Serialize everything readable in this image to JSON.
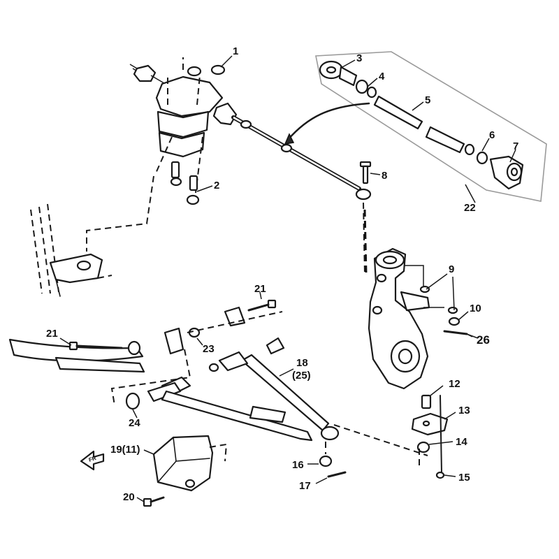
{
  "diagram": {
    "callouts": [
      {
        "id": "c1",
        "text": "1"
      },
      {
        "id": "c2",
        "text": "2"
      },
      {
        "id": "c3",
        "text": "3"
      },
      {
        "id": "c4",
        "text": "4"
      },
      {
        "id": "c5",
        "text": "5"
      },
      {
        "id": "c6",
        "text": "6"
      },
      {
        "id": "c7",
        "text": "7"
      },
      {
        "id": "c8",
        "text": "8"
      },
      {
        "id": "c9",
        "text": "9"
      },
      {
        "id": "c10",
        "text": "10"
      },
      {
        "id": "c12",
        "text": "12"
      },
      {
        "id": "c13",
        "text": "13"
      },
      {
        "id": "c14",
        "text": "14"
      },
      {
        "id": "c15",
        "text": "15"
      },
      {
        "id": "c16",
        "text": "16"
      },
      {
        "id": "c17",
        "text": "17"
      },
      {
        "id": "c18",
        "text": "18"
      },
      {
        "id": "c18b",
        "text": "(25)"
      },
      {
        "id": "c19",
        "text": "19(11)"
      },
      {
        "id": "c20",
        "text": "20"
      },
      {
        "id": "c21a",
        "text": "21"
      },
      {
        "id": "c21b",
        "text": "21"
      },
      {
        "id": "c22",
        "text": "22"
      },
      {
        "id": "c23",
        "text": "23"
      },
      {
        "id": "c24",
        "text": "24"
      },
      {
        "id": "c26",
        "text": "26"
      }
    ],
    "front_arrow_label": "FR"
  }
}
